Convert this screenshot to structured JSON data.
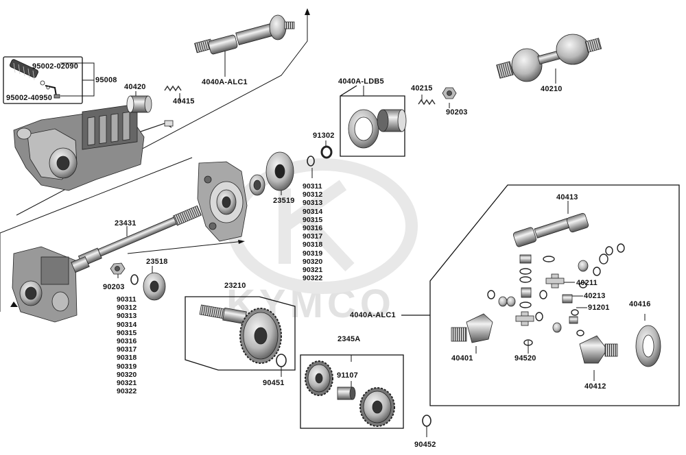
{
  "watermark": "KYMCO",
  "labels": {
    "p95002_02090": "95002-02090",
    "p95002_40950": "95002-40950",
    "p95008": "95008",
    "p40420": "40420",
    "p40415": "40415",
    "p4040A_ALC1_top": "4040A-ALC1",
    "p4040A_LDB5": "4040A-LDB5",
    "p40215": "40215",
    "p90203_top": "90203",
    "p40210": "40210",
    "p91302": "91302",
    "p23519": "23519",
    "p23431": "23431",
    "p90203_left": "90203",
    "p23518": "23518",
    "p23210": "23210",
    "p90451": "90451",
    "p2345A": "2345A",
    "p91107": "91107",
    "p90452": "90452",
    "p4040A_ALC1_box": "4040A-ALC1",
    "p40413": "40413",
    "p40211": "40211",
    "p40213": "40213",
    "p91201": "91201",
    "p40416": "40416",
    "p40401": "40401",
    "p94520": "94520",
    "p40412": "40412"
  },
  "shim_list_right": [
    "90311",
    "90312",
    "90313",
    "90314",
    "90315",
    "90316",
    "90317",
    "90318",
    "90319",
    "90320",
    "90321",
    "90322"
  ],
  "shim_list_left": [
    "90311",
    "90312",
    "90313",
    "90314",
    "90315",
    "90316",
    "90317",
    "90318",
    "90319",
    "90320",
    "90321",
    "90322"
  ]
}
